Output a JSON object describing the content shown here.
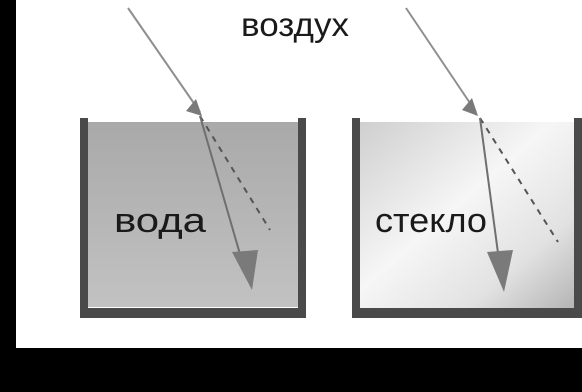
{
  "diagram": {
    "medium_top": "воздух",
    "left_container": {
      "label": "вода"
    },
    "right_container": {
      "label": "стекло"
    }
  },
  "colors": {
    "frame": "#000000",
    "container_edge": "#4a4a4a",
    "water_fill": "#b9b9b9",
    "glass_fill_light": "#f4f4f4",
    "glass_fill_dark": "#b5b5b5",
    "ray": "#8f8f8f",
    "refracted_ray": "#6f6f6f",
    "arrowhead": "#7a7a7a",
    "dashed": "#555555"
  }
}
